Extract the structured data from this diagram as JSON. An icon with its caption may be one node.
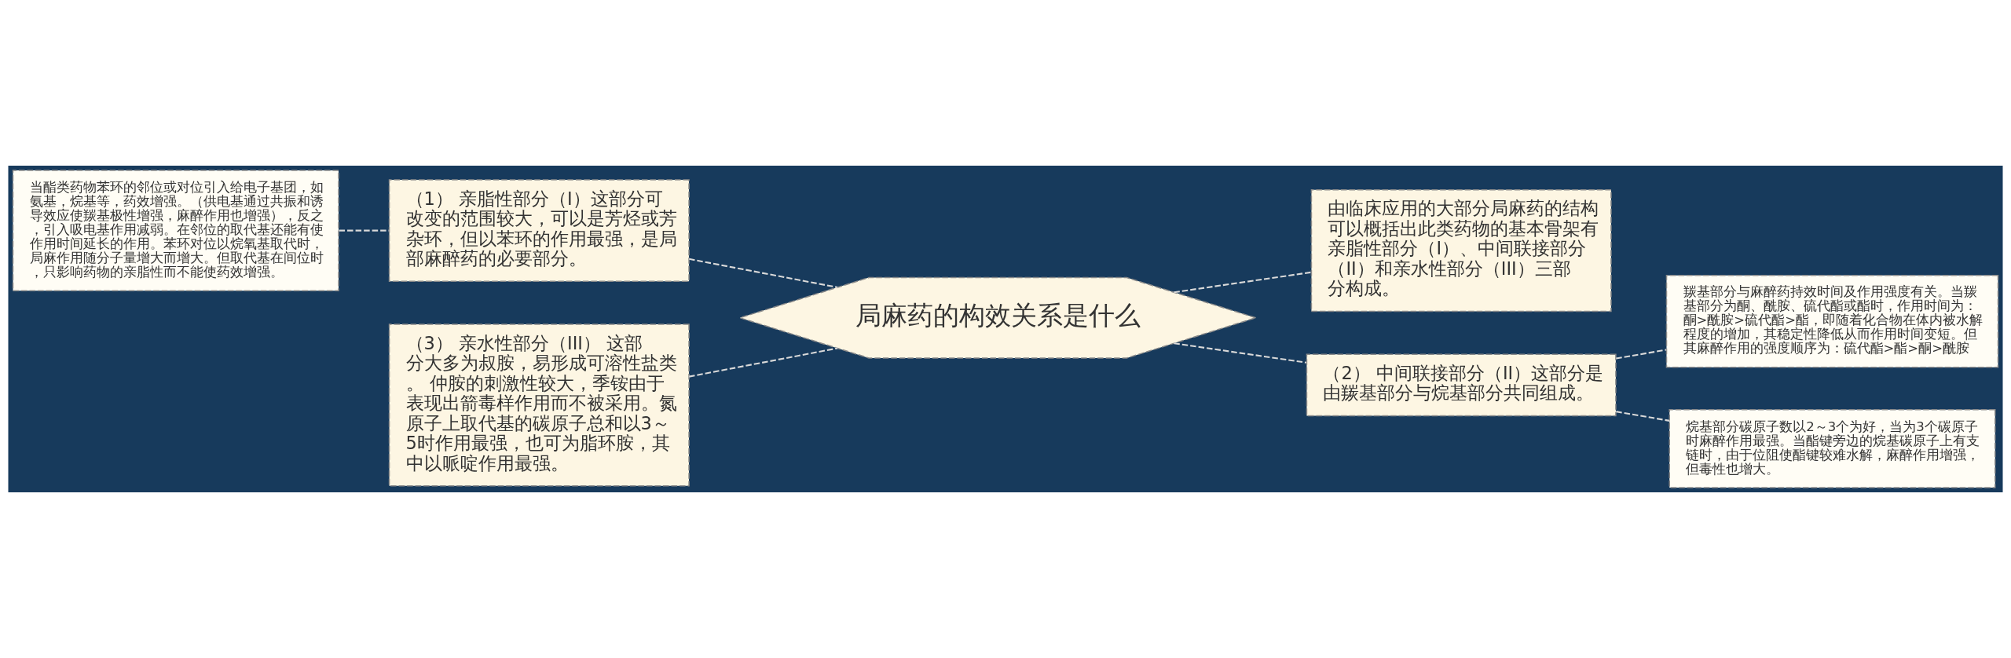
{
  "diagram": {
    "nodes": [
      {
        "text": [
          "局麻药的构效关系是什么"
        ]
      },
      {
        "text": [
          "（1） 亲脂性部分（I）这部分可改变的范围较大，可以是芳烃或芳杂环，但以苯环的作用最强，是局部麻醉药的必要部分。"
        ]
      },
      {
        "text": [
          "当酯类药物苯环的邻位或对位引入给电子基团，如氨基，烷基等，药效增强。（供电基通过共振和诱导效应使羰基极性增强，麻醉作用也增强），反之，引入吸电基作用减弱。在邻位的取代基还能有使作用时间延长的作用。苯环对位以烷氧基取代时，局麻作用随分子量增大而增大。但取代基在间位时，只影响药物的亲脂性而不能使药效增强。"
        ]
      },
      {
        "text": [
          "（3） 亲水性部分（III） 这部分大多为叔胺，易形成可溶性盐类。 仲胺的刺激性较大，季铵由于表现出箭毒样作用而不被采用。氮原子上取代基的碳原子总和以3～5时作用最强，也可为脂环胺，其中以哌啶作用最强。"
        ]
      },
      {
        "text": [
          "由临床应用的大部分局麻药的结构可以概括出此类药物的基本骨架有亲脂性部分（I）、中间联接部分（II）和亲水性部分（III）三部分构成。"
        ]
      },
      {
        "text": [
          "（2） 中间联接部分（II）这部分是由羰基部分与烷基部分共同组成。"
        ]
      },
      {
        "text": [
          "羰基部分与麻醉药持效时间及作用强度有关。当羰基部分为酮、酰胺、硫代酯或酯时，作用时间为：酮>酰胺>硫代酯>酯，即随着化合物在体内被水解程度的增加，其稳定性降低从而作用时间变短。但其麻醉作用的强度顺序为：硫代酯>酯>酮>酰胺"
        ]
      },
      {
        "text": [
          "烷基部分碳原子数以2～3个为好，当为3个碳原子时麻醉作用最强。当酯键旁边的烷基碳原子上有支链时，由于位阻使酯键较难水解，麻醉作用增强，但毒性也增大。"
        ]
      }
    ],
    "edges": [
      {
        "from": 0,
        "to": 1,
        "arrow": "none",
        "style": "dashed"
      },
      {
        "from": 1,
        "to": 2,
        "arrow": "none",
        "style": "dashed"
      },
      {
        "from": 0,
        "to": 3,
        "arrow": "none",
        "style": "dashed"
      },
      {
        "from": 0,
        "to": 4,
        "arrow": "none",
        "style": "dashed"
      },
      {
        "from": 0,
        "to": 5,
        "arrow": "none",
        "style": "dashed"
      },
      {
        "from": 5,
        "to": 6,
        "arrow": "none",
        "style": "dashed"
      },
      {
        "from": 5,
        "to": 7,
        "arrow": "none",
        "style": "dashed"
      }
    ]
  }
}
